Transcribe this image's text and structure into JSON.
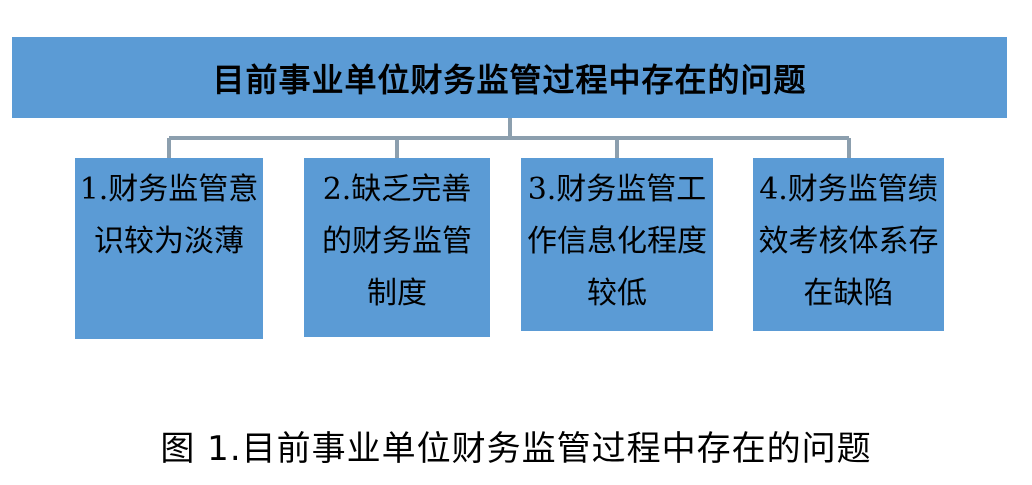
{
  "title": "目前事业单位财务监管过程中存在的问题",
  "colors": {
    "box_fill": "#5b9bd5",
    "connector": "#8c9fae",
    "text": "#000000",
    "background": "#ffffff"
  },
  "items": [
    {
      "label": "1.财务监管意识较为淡薄"
    },
    {
      "label": "2.缺乏完善的财务监管制度"
    },
    {
      "label": "3.财务监管工作信息化程度较低"
    },
    {
      "label": "4.财务监管绩效考核体系存在缺陷"
    }
  ],
  "caption": "图 1.目前事业单位财务监管过程中存在的问题"
}
